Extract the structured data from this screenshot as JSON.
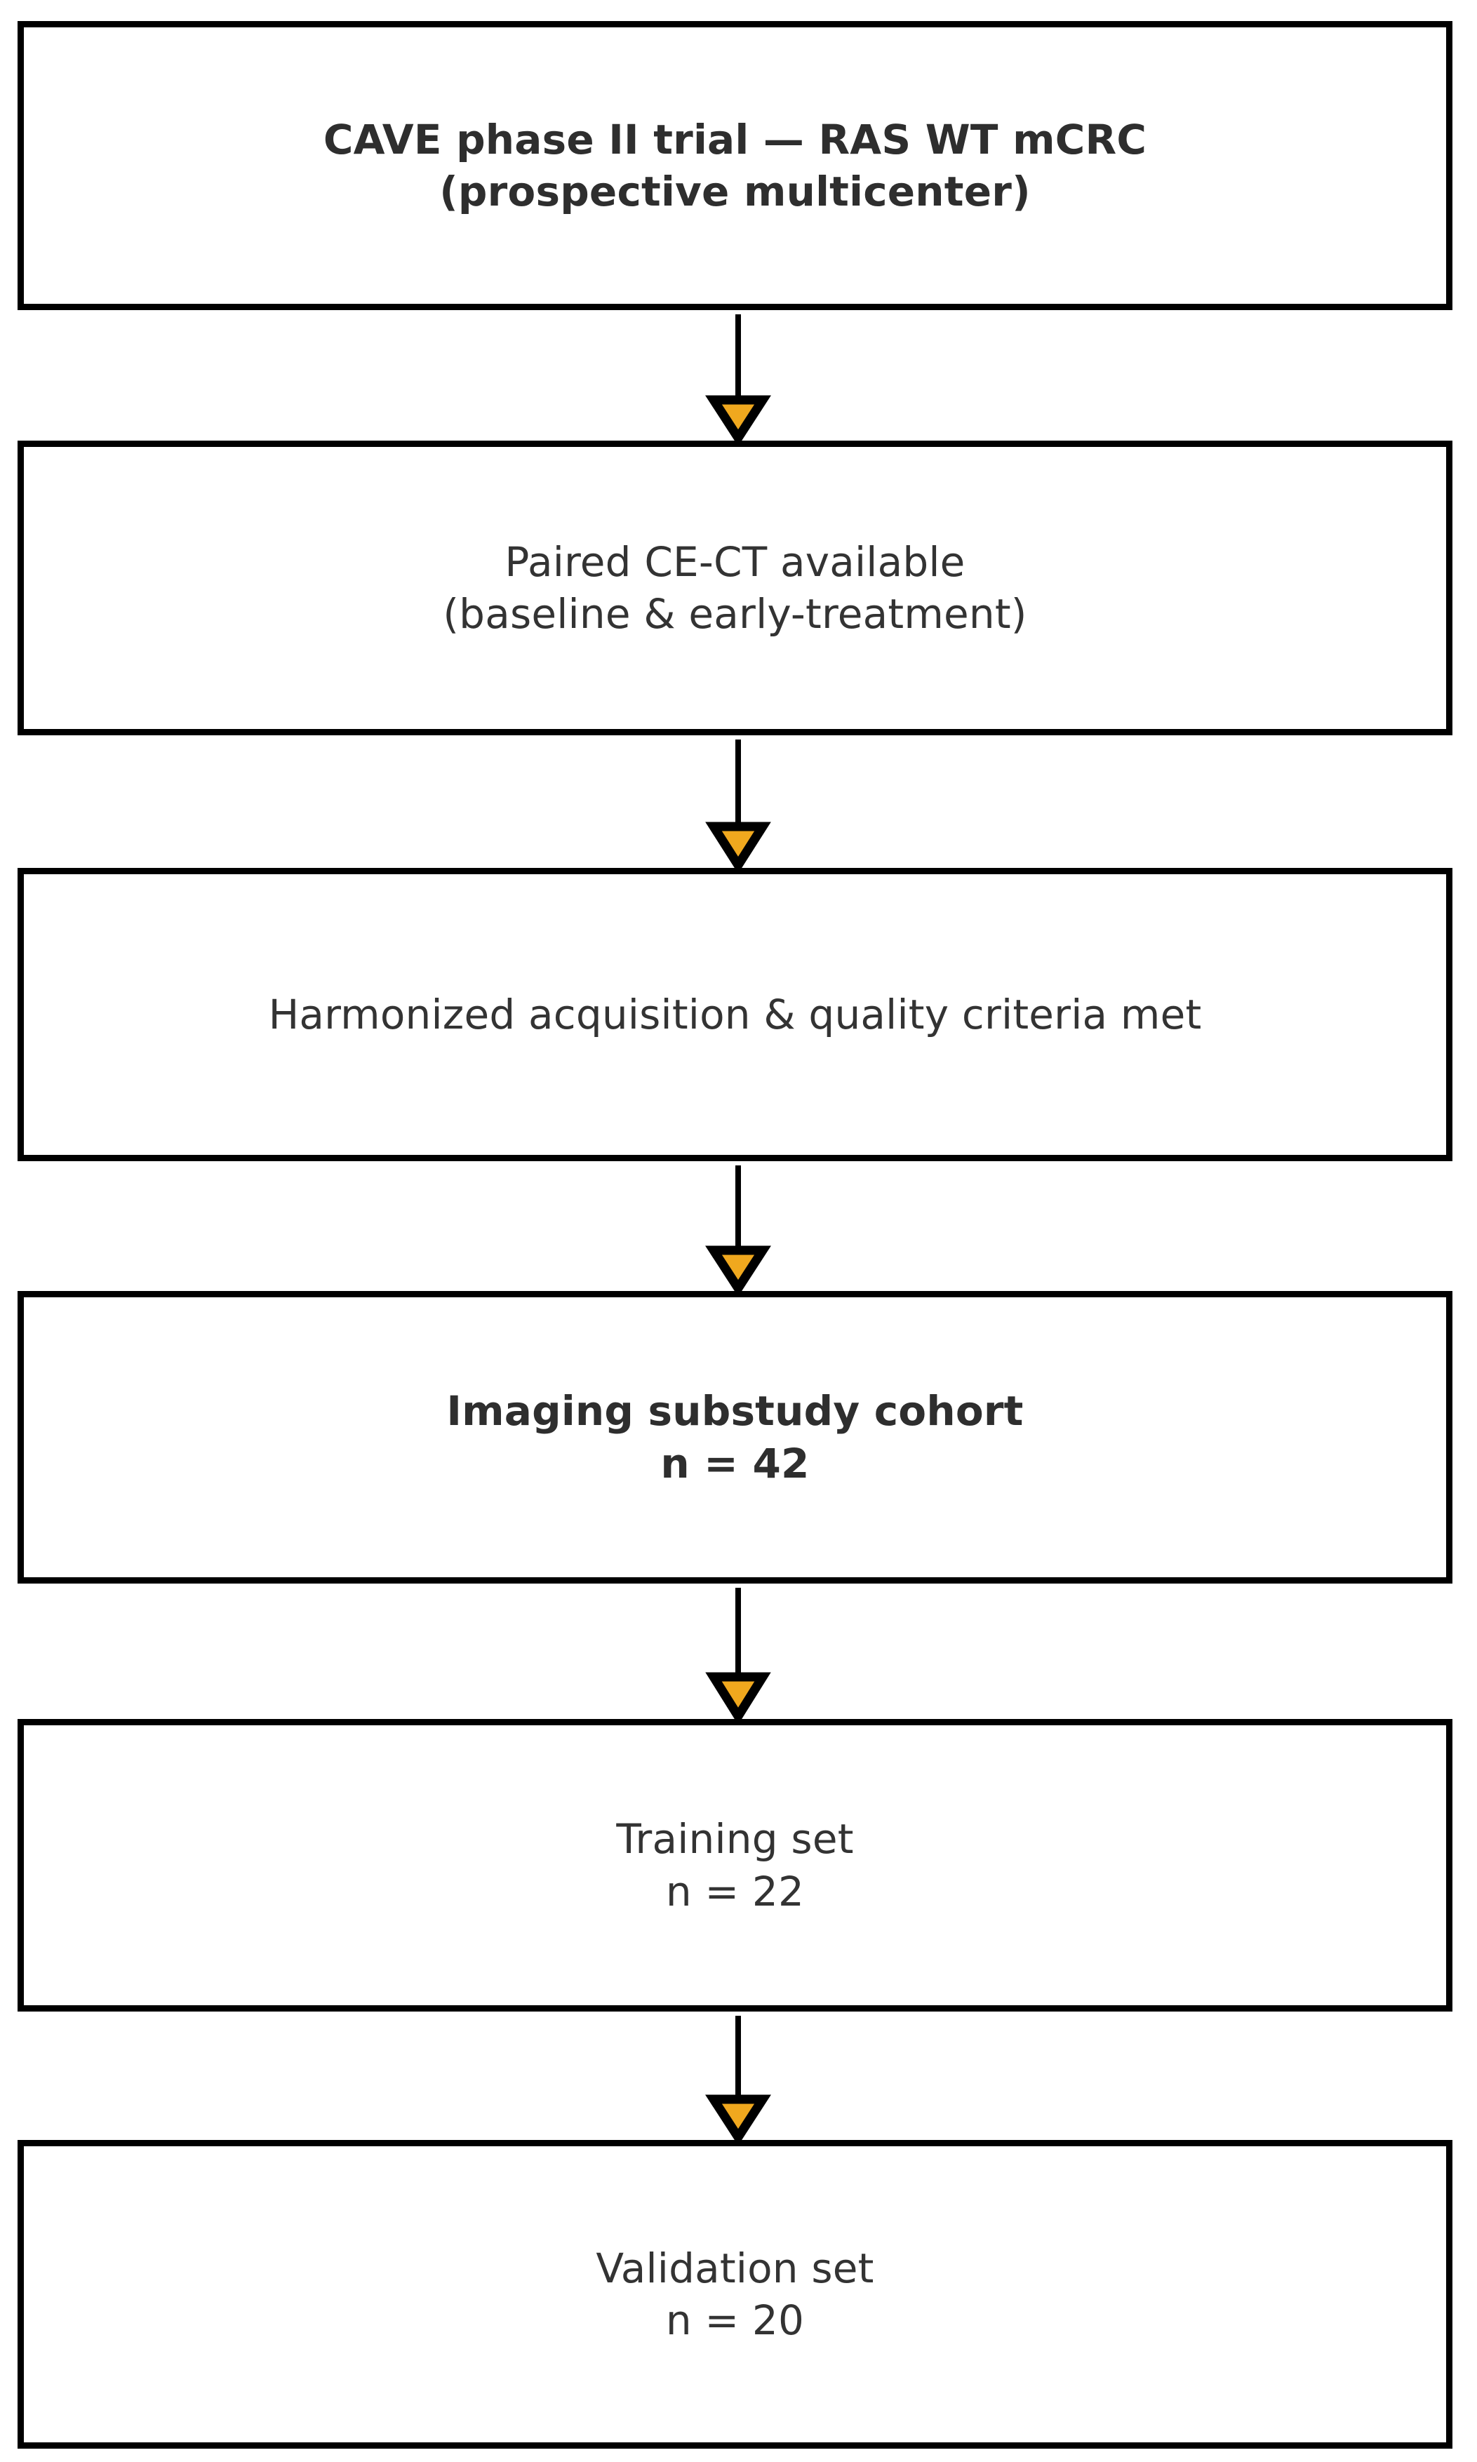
{
  "diagram": {
    "type": "flowchart",
    "orientation": "top-to-bottom",
    "background_color": "#ffffff",
    "node_border_color": "#000000",
    "node_fill_color": "#ffffff",
    "text_color": "#333333",
    "connector_line_color": "#000000",
    "arrowhead_fill_color": "#f0a81e",
    "arrowhead_stroke_color": "#000000",
    "nodes": [
      {
        "id": "cave-trial",
        "line1": "CAVE phase II trial — RAS WT mCRC",
        "line2": "(prospective multicenter)",
        "text": "CAVE phase II trial — RAS WT mCRC\n(prospective multicenter)",
        "bold": true
      },
      {
        "id": "paired-ce-ct",
        "line1": "Paired CE-CT available",
        "line2": "(baseline & early-treatment)",
        "text": "Paired CE-CT available\n(baseline & early-treatment)",
        "bold": false
      },
      {
        "id": "harmonized-criteria",
        "line1": "Harmonized acquisition & quality criteria met",
        "line2": "",
        "text": "Harmonized acquisition & quality criteria met",
        "bold": false
      },
      {
        "id": "imaging-substudy-cohort",
        "line1": "Imaging substudy cohort",
        "line2": "n = 42",
        "text": "Imaging substudy cohort\nn = 42",
        "bold": true,
        "n": 42
      },
      {
        "id": "training-set",
        "line1": "Training set",
        "line2": "n = 22",
        "text": "Training set\nn = 22",
        "bold": false,
        "n": 22
      },
      {
        "id": "validation-set",
        "line1": "Validation set",
        "line2": "n = 20",
        "text": "Validation set\nn = 20",
        "bold": false,
        "n": 20
      }
    ],
    "edges": [
      {
        "from": "cave-trial",
        "to": "paired-ce-ct",
        "label": ""
      },
      {
        "from": "paired-ce-ct",
        "to": "harmonized-criteria",
        "label": ""
      },
      {
        "from": "harmonized-criteria",
        "to": "imaging-substudy-cohort",
        "label": ""
      },
      {
        "from": "imaging-substudy-cohort",
        "to": "training-set",
        "label": ""
      },
      {
        "from": "training-set",
        "to": "validation-set",
        "label": ""
      }
    ]
  }
}
